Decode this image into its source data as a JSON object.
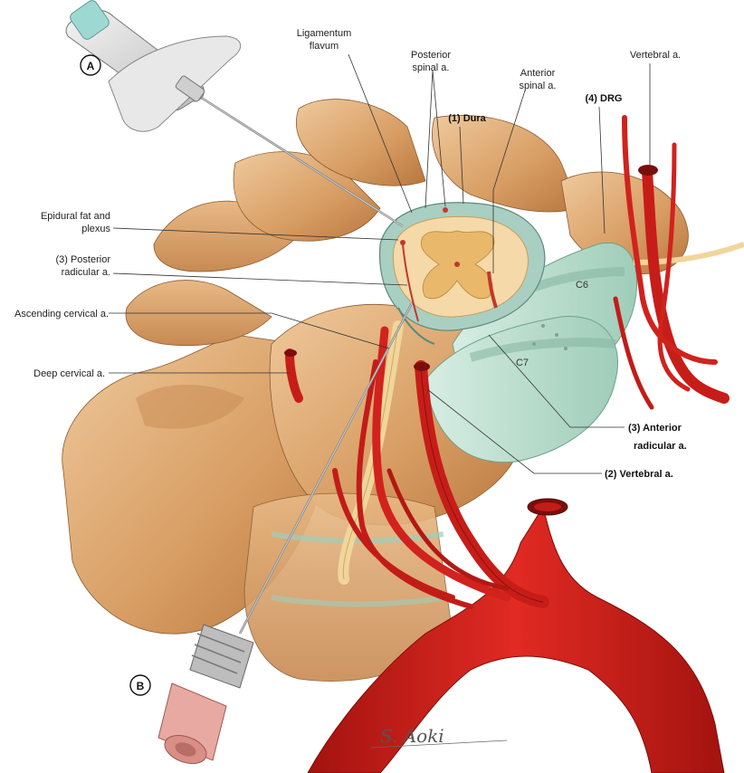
{
  "labels": {
    "ligamentum_flavum_1": "Ligamentum",
    "ligamentum_flavum_2": "flavum",
    "posterior_spinal_1": "Posterior",
    "posterior_spinal_2": "spinal a.",
    "anterior_spinal_1": "Anterior",
    "anterior_spinal_2": "spinal a.",
    "vertebral_top": "Vertebral a.",
    "dura": "(1) Dura",
    "drg": "(4) DRG",
    "epidural_1": "Epidural fat and",
    "epidural_2": "plexus",
    "posterior_radicular_1": "(3) Posterior",
    "posterior_radicular_2": "radicular a.",
    "ascending_cervical": "Ascending cervical a.",
    "deep_cervical": "Deep cervical a.",
    "c6": "C6",
    "c7": "C7",
    "anterior_radicular_1": "(3) Anterior",
    "anterior_radicular_2": "radicular a.",
    "vertebral_2": "(2) Vertebral a.",
    "badge_a": "A",
    "badge_b": "B",
    "signature": "S. Aoki"
  },
  "colors": {
    "bone": "#d9a36c",
    "bone_dark": "#b87a45",
    "bone_light": "#ecc79a",
    "artery": "#d4201f",
    "artery_dark": "#9e1412",
    "disc": "#bfe0d0",
    "nerve": "#f3dba0",
    "cord": "#f5d9a8"
  }
}
